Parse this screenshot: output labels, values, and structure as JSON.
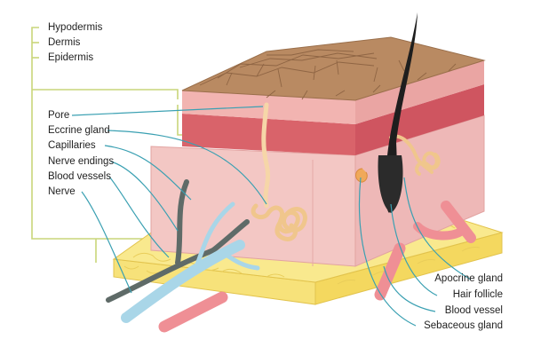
{
  "diagram": {
    "layer_labels": [
      "Hypodermis",
      "Dermis",
      "Epidermis"
    ],
    "left_labels": [
      "Pore",
      "Eccrine gland",
      "Capillaries",
      "Nerve endings",
      "Blood vessels",
      "Nerve"
    ],
    "right_labels": [
      "Apocrine gland",
      "Hair follicle",
      "Blood vessel",
      "Sebaceous gland"
    ]
  },
  "colors": {
    "epidermis_surface": "#b98a62",
    "epidermis_band": "#d9636a",
    "dermis": "#f3c7c4",
    "hypodermis_fat": "#f7e27a",
    "nerve": "#5f6b68",
    "vessel_blue": "#a9d6e8",
    "vessel_red": "#ef8f95",
    "gland": "#f6d6a8",
    "hair": "#1e1e1e",
    "bracket": "#c9d67a",
    "leader_line": "#3aa0b2"
  }
}
